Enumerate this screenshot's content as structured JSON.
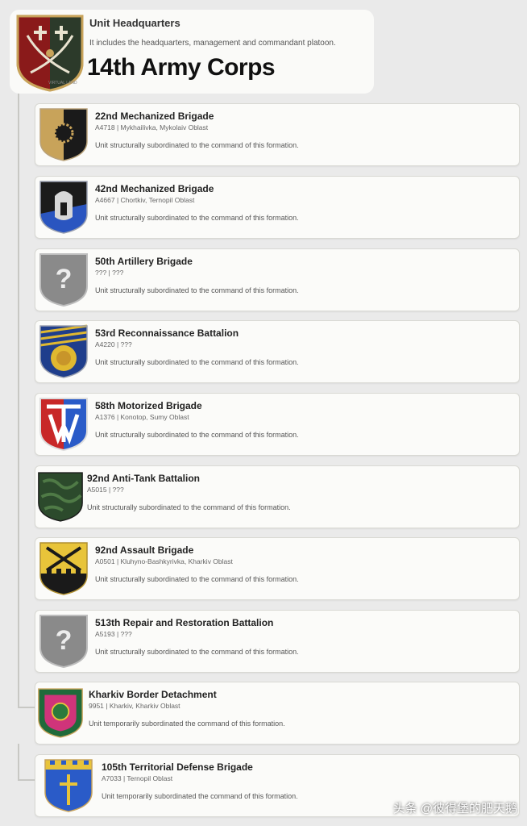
{
  "hq": {
    "subtitle": "Unit Headquarters",
    "description": "It includes the headquarters, management and commandant platoon.",
    "title": "14th Army Corps",
    "emblem_mark": "VIRTUAL LAND",
    "emblem_icon": "crossed-sabres-crosses-emblem"
  },
  "units": [
    {
      "name": "22nd Mechanized Brigade",
      "meta": "A4718 | Mykhailivka, Mykolaiv Oblast",
      "note": "Unit structurally subordinated to the command of this formation.",
      "icon": "sun-shield-patch",
      "colors": [
        "#c8a35a",
        "#1a1a1a"
      ]
    },
    {
      "name": "42nd Mechanized Brigade",
      "meta": "A4667 | Chortkiv, Ternopil Oblast",
      "note": "Unit structurally subordinated to the command of this formation.",
      "icon": "helmet-shield-patch",
      "colors": [
        "#1b1b1b",
        "#2a55c0"
      ]
    },
    {
      "name": "50th Artillery Brigade",
      "meta": "??? | ???",
      "note": "Unit structurally subordinated to the command of this formation.",
      "icon": "unknown-shield-patch",
      "colors": [
        "#8a8a8a",
        "#8a8a8a"
      ]
    },
    {
      "name": "53rd Reconnaissance Battalion",
      "meta": "A4220 | ???",
      "note": "Unit structurally subordinated to the command of this formation.",
      "icon": "lion-shield-patch",
      "colors": [
        "#1f3e8c",
        "#e0b830"
      ]
    },
    {
      "name": "58th Motorized Brigade",
      "meta": "A1376 | Konotop, Sumy Oblast",
      "note": "Unit structurally subordinated to the command of this formation.",
      "icon": "tw-shield-patch",
      "colors": [
        "#c82828",
        "#2a5bc8"
      ]
    },
    {
      "name": "92nd Anti-Tank Battalion",
      "meta": "A5015 | ???",
      "note": "Unit structurally subordinated to the command of this formation.",
      "icon": "camo-shield-patch",
      "colors": [
        "#2c4a2c",
        "#3f6a3a"
      ]
    },
    {
      "name": "92nd Assault Brigade",
      "meta": "A0501 | Kluhyno-Bashkyrivka, Kharkiv Oblast",
      "note": "Unit structurally subordinated to the command of this formation.",
      "icon": "crossed-rifles-shield-patch",
      "colors": [
        "#e8c43a",
        "#1a1a1a"
      ]
    },
    {
      "name": "513th Repair and Restoration Battalion",
      "meta": "A5193 | ???",
      "note": "Unit structurally subordinated to the command of this formation.",
      "icon": "unknown-shield-patch",
      "colors": [
        "#8a8a8a",
        "#8a8a8a"
      ]
    },
    {
      "name": "Kharkiv Border Detachment",
      "meta": "9951 | Kharkiv, Kharkiv Oblast",
      "note": "Unit temporarily subordinated the command of this formation.",
      "icon": "border-guard-patch",
      "colors": [
        "#1f6a3a",
        "#d0347a"
      ]
    },
    {
      "name": "105th Territorial Defense Brigade",
      "meta": "A7033 | Ternopil Oblast",
      "note": "Unit temporarily subordinated the command of this formation.",
      "icon": "cross-shield-patch",
      "colors": [
        "#2a5bc8",
        "#e8c43a"
      ]
    }
  ],
  "watermark": "头条 @彼得堡的肥天鹅"
}
